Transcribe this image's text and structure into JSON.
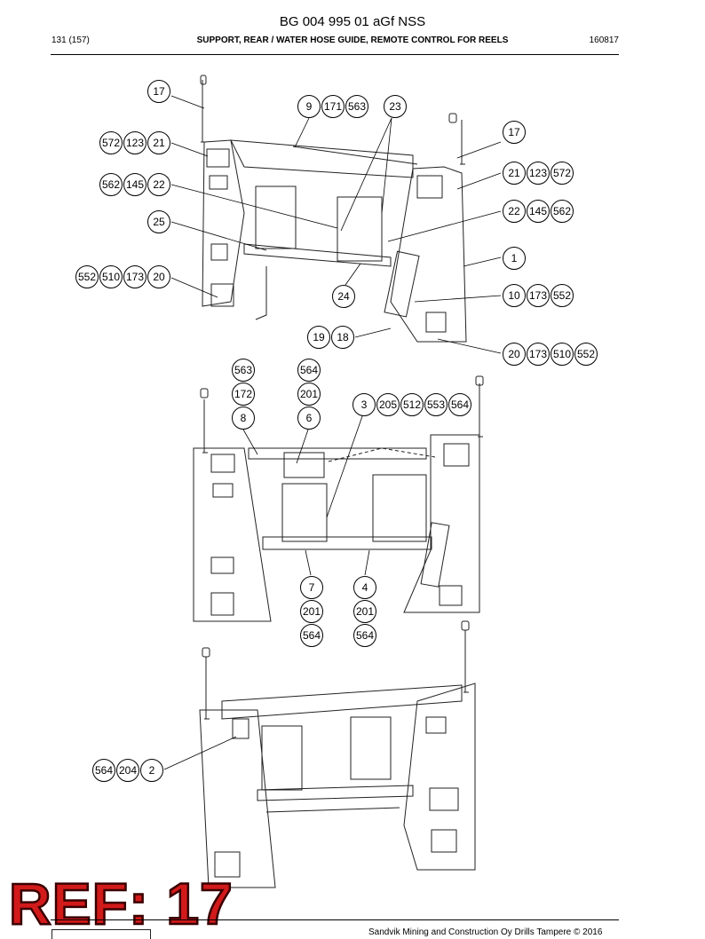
{
  "header": {
    "doc_code": "BG 004 995 01 aGf NSS",
    "page": "131 (157)",
    "section": "SUPPORT, REAR / WATER HOSE GUIDE, REMOTE CONTROL FOR REELS",
    "date_code": "160817"
  },
  "callouts": {
    "top_left": [
      "17",
      "572",
      "123",
      "21",
      "562",
      "145",
      "22",
      "25",
      "552",
      "510",
      "173",
      "20"
    ],
    "top_center": [
      "9",
      "171",
      "563",
      "23",
      "24",
      "19",
      "18"
    ],
    "top_right": [
      "17",
      "21",
      "123",
      "572",
      "22",
      "145",
      "562",
      "1",
      "10",
      "173",
      "552",
      "20",
      "173",
      "510",
      "552"
    ],
    "middle": [
      "563",
      "564",
      "172",
      "201",
      "8",
      "6",
      "3",
      "205",
      "512",
      "553",
      "564",
      "7",
      "4",
      "201",
      "201",
      "564",
      "564"
    ],
    "bottom": [
      "564",
      "204",
      "2"
    ]
  },
  "stamp": "REF: 17",
  "footer": "Sandvik Mining and Construction Oy Drills Tampere © 2016"
}
